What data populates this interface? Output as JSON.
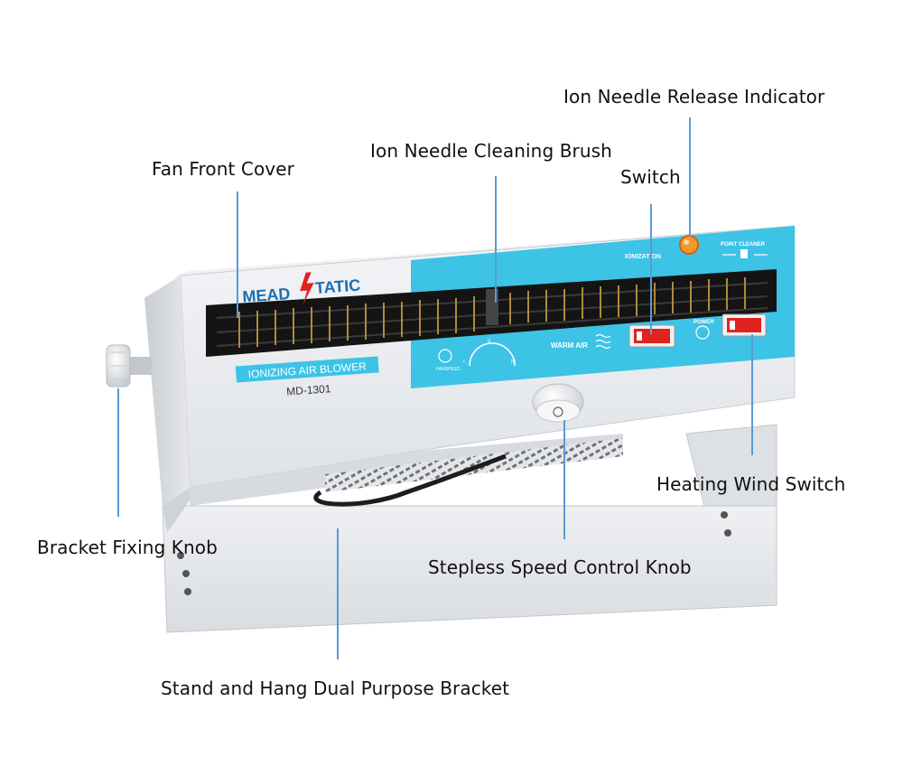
{
  "callouts": {
    "ion_needle_release_indicator": "Ion Needle Release Indicator",
    "ion_needle_cleaning_brush": "Ion Needle Cleaning Brush",
    "fan_front_cover": "Fan Front Cover",
    "switch": "Switch",
    "heating_wind_switch": "Heating Wind Switch",
    "bracket_fixing_knob": "Bracket Fixing Knob",
    "stepless_speed_control_knob": "Stepless Speed Control Knob",
    "stand_and_hang_bracket": "Stand and Hang Dual Purpose Bracket"
  },
  "device": {
    "brand_left": "MEAD",
    "brand_right": "TATIC",
    "product_name": "IONIZING AIR BLOWER",
    "model": "MD-1301",
    "ionization_label": "IONIZATION",
    "point_cleaner_label": "POINT CLEANER",
    "warm_air_label": "WARM AIR",
    "power_label": "POWER",
    "fan_speed_label": "FANSPEED",
    "speed_marks": [
      "I",
      "II",
      "III"
    ]
  },
  "colors": {
    "panel_blue": "#3dc3e6",
    "leader_blue": "#5a9ad6",
    "switch_red": "#e0231f",
    "body_gray": "#e9ebee"
  }
}
